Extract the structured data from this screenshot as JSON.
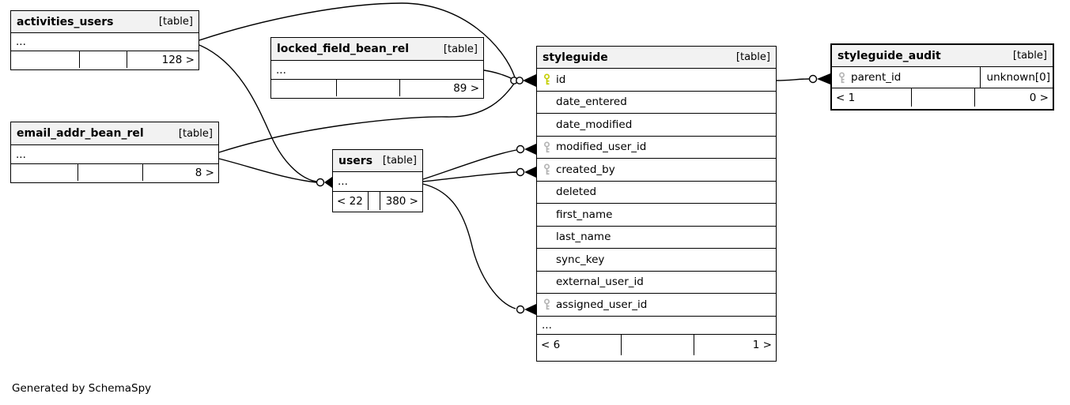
{
  "footer_note": "Generated by SchemaSpy",
  "colors": {
    "pk_key": "#c4ce00",
    "fk_key": "#b3b3b3",
    "header_bg": "#f2f2f2",
    "line_color": "#000000"
  },
  "tables": {
    "activities_users": {
      "name": "activities_users",
      "type_label": "[table]",
      "ellipsis": "...",
      "stats": {
        "left": "",
        "middle": "",
        "right": "128 >"
      }
    },
    "locked_field_bean_rel": {
      "name": "locked_field_bean_rel",
      "type_label": "[table]",
      "ellipsis": "...",
      "stats": {
        "left": "",
        "middle": "",
        "right": "89 >"
      }
    },
    "email_addr_bean_rel": {
      "name": "email_addr_bean_rel",
      "type_label": "[table]",
      "ellipsis": "...",
      "stats": {
        "left": "",
        "middle": "",
        "right": "8 >"
      }
    },
    "users": {
      "name": "users",
      "type_label": "[table]",
      "ellipsis": "...",
      "stats": {
        "left": "< 22",
        "middle": "",
        "right": "380 >"
      }
    },
    "styleguide": {
      "name": "styleguide",
      "type_label": "[table]",
      "ellipsis": "...",
      "stats": {
        "left": "< 6",
        "middle": "",
        "right": "1 >"
      },
      "columns": [
        {
          "name": "id",
          "key": "primary"
        },
        {
          "name": "date_entered",
          "key": "none"
        },
        {
          "name": "date_modified",
          "key": "none"
        },
        {
          "name": "modified_user_id",
          "key": "foreign"
        },
        {
          "name": "created_by",
          "key": "foreign"
        },
        {
          "name": "deleted",
          "key": "none"
        },
        {
          "name": "first_name",
          "key": "none"
        },
        {
          "name": "last_name",
          "key": "none"
        },
        {
          "name": "sync_key",
          "key": "none"
        },
        {
          "name": "external_user_id",
          "key": "none"
        },
        {
          "name": "assigned_user_id",
          "key": "foreign"
        }
      ]
    },
    "styleguide_audit": {
      "name": "styleguide_audit",
      "type_label": "[table]",
      "stats": {
        "left": "< 1",
        "middle": "",
        "right": "0 >"
      },
      "columns": [
        {
          "name": "parent_id",
          "key": "foreign",
          "note": "unknown[0]"
        }
      ]
    }
  }
}
